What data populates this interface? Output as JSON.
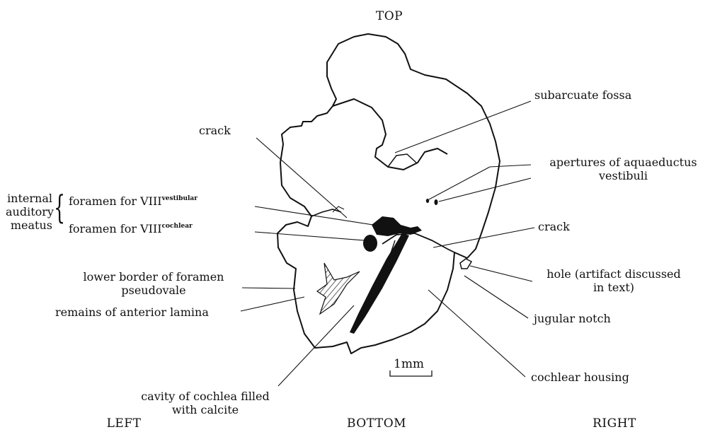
{
  "orientation": {
    "top": "TOP",
    "bottom": "BOTTOM",
    "left": "LEFT",
    "right": "RIGHT"
  },
  "labels": {
    "subarcuate_fossa": "subarcuate fossa",
    "crack_upper": "crack",
    "apertures_line1": "apertures of aquaeductus",
    "apertures_line2": "vestibuli",
    "internal_auditory_line1": "internal",
    "internal_auditory_line2": "auditory",
    "internal_auditory_line3": "meatus",
    "foramen_vestibular": "foramen for VIII",
    "foramen_vestibular_sup": "vestibular",
    "foramen_cochlear": "foramen for VIII",
    "foramen_cochlear_sup": "cochlear",
    "crack_right": "crack",
    "hole_line1": "hole (artifact discussed",
    "hole_line2": "in text)",
    "lower_border_line1": "lower border of foramen",
    "lower_border_line2": "pseudovale",
    "remains_anterior_lamina": "remains of anterior lamina",
    "jugular_notch": "jugular notch",
    "cochlear_housing": "cochlear housing",
    "cavity_line1": "cavity of cochlea filled",
    "cavity_line2": "with calcite",
    "scale_bar": "1mm"
  },
  "colors": {
    "ink": "#111111",
    "background": "#ffffff"
  }
}
